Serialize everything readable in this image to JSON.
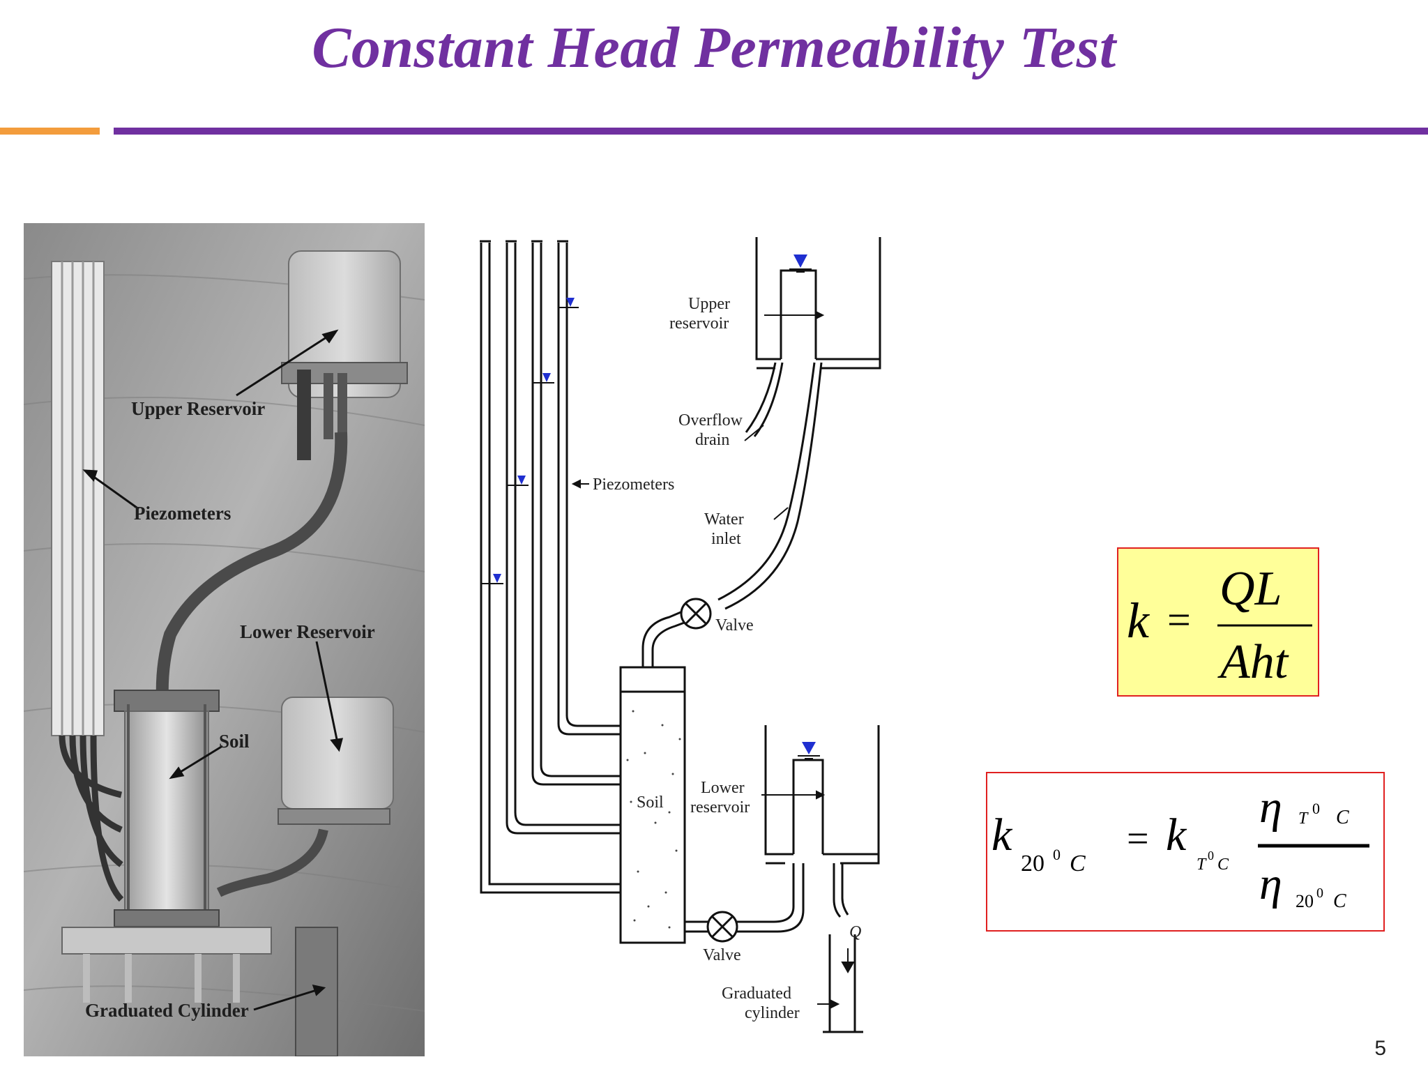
{
  "slide": {
    "title": "Constant Head Permeability Test",
    "page_number": "5"
  },
  "photo": {
    "labels": {
      "upper_reservoir": "Upper Reservoir",
      "piezometers": "Piezometers",
      "lower_reservoir": "Lower Reservoir",
      "soil": "Soil",
      "graduated_cylinder": "Graduated Cylinder"
    }
  },
  "diagram": {
    "labels": {
      "upper": "Upper",
      "reservoir": "reservoir",
      "overflow": "Overflow",
      "drain": "drain",
      "piezometers": "Piezometers",
      "water": "Water",
      "inlet": "inlet",
      "valve_top": "Valve",
      "soil": "Soil",
      "lower": "Lower",
      "lower_reservoir": "reservoir",
      "valve_bottom": "Valve",
      "q": "Q",
      "graduated": "Graduated",
      "cylinder": "cylinder"
    }
  },
  "formula1": {
    "k": "k",
    "equals": "=",
    "numerator": "QL",
    "denominator": "Aht"
  },
  "formula2": {
    "k": "k",
    "sub_left": "20",
    "sup_left": "0",
    "c_left": "C",
    "equals": "=",
    "k_right": "k",
    "sub_t": "T",
    "sup_t": "0",
    "c_t": "C",
    "eta": "η",
    "num_t": "T",
    "num_sup": "0",
    "num_c": "C",
    "den_20": "20",
    "den_sup": "0",
    "den_c": "C"
  },
  "colors": {
    "title": "#7030a0",
    "accent_orange": "#f39c3c",
    "box_border": "#e02020",
    "box_fill": "#ffff99",
    "water_marker": "#1f2fd0"
  }
}
